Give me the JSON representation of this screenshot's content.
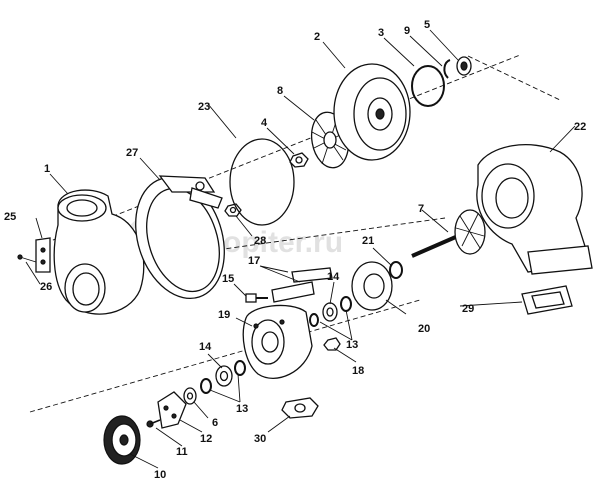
{
  "diagram": {
    "callouts": [
      {
        "id": "c1",
        "label": "1"
      },
      {
        "id": "c2",
        "label": "2"
      },
      {
        "id": "c3",
        "label": "3"
      },
      {
        "id": "c4",
        "label": "4"
      },
      {
        "id": "c5",
        "label": "5"
      },
      {
        "id": "c6",
        "label": "6"
      },
      {
        "id": "c7",
        "label": "7"
      },
      {
        "id": "c8",
        "label": "8"
      },
      {
        "id": "c9",
        "label": "9"
      },
      {
        "id": "c10",
        "label": "10"
      },
      {
        "id": "c11",
        "label": "11"
      },
      {
        "id": "c12",
        "label": "12"
      },
      {
        "id": "c13a",
        "label": "13"
      },
      {
        "id": "c13b",
        "label": "13"
      },
      {
        "id": "c14a",
        "label": "14"
      },
      {
        "id": "c14b",
        "label": "14"
      },
      {
        "id": "c15",
        "label": "15"
      },
      {
        "id": "c17",
        "label": "17"
      },
      {
        "id": "c18",
        "label": "18"
      },
      {
        "id": "c19",
        "label": "19"
      },
      {
        "id": "c20",
        "label": "20"
      },
      {
        "id": "c21",
        "label": "21"
      },
      {
        "id": "c22",
        "label": "22"
      },
      {
        "id": "c23",
        "label": "23"
      },
      {
        "id": "c25",
        "label": "25"
      },
      {
        "id": "c26",
        "label": "26"
      },
      {
        "id": "c27",
        "label": "27"
      },
      {
        "id": "c28",
        "label": "28"
      },
      {
        "id": "c29",
        "label": "29"
      },
      {
        "id": "c30",
        "label": "30"
      }
    ]
  },
  "watermark": {
    "text": "autopiter.ru"
  }
}
